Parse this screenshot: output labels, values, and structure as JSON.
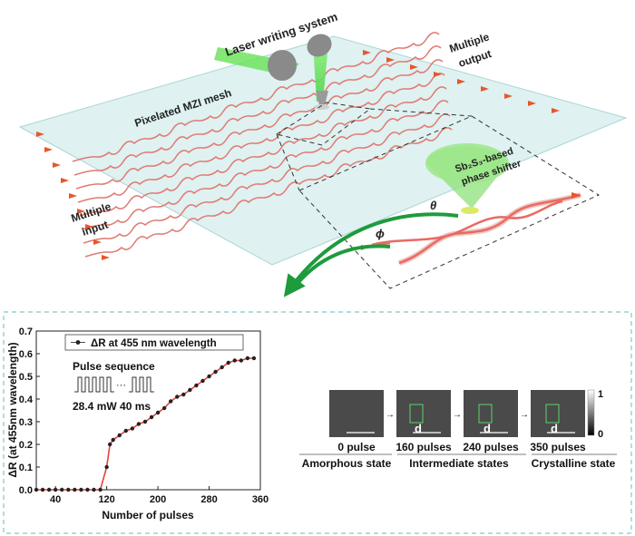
{
  "top": {
    "laser_label": "Laser writing system",
    "mesh_label": "Pixelated MZI mesh",
    "output_label_1": "Multiple",
    "output_label_2": "output",
    "input_label_1": "Multiple",
    "input_label_2": "input",
    "shifter_label_1": "Sb₂S₃-based",
    "shifter_label_2": "phase shifter",
    "theta": "θ",
    "phi": "ϕ"
  },
  "plot": {
    "legend": "ΔR at 455 nm wavelength",
    "pulse_title": "Pulse sequence",
    "pulse_params": "28.4 mW 40 ms"
  },
  "chart_data": {
    "type": "scatter",
    "title": "",
    "xlabel": "Number of pulses",
    "ylabel": "ΔR (at 455nm wavelength)",
    "xlim": [
      10,
      360
    ],
    "ylim": [
      0,
      0.7
    ],
    "xticks": [
      40,
      120,
      200,
      280,
      360
    ],
    "yticks": [
      0.0,
      0.1,
      0.2,
      0.3,
      0.4,
      0.5,
      0.6,
      0.7
    ],
    "series": [
      {
        "name": "ΔR at 455 nm wavelength",
        "x": [
          10,
          20,
          30,
          40,
          50,
          60,
          70,
          80,
          90,
          100,
          110,
          120,
          125,
          130,
          140,
          150,
          160,
          170,
          180,
          190,
          200,
          210,
          220,
          230,
          240,
          250,
          260,
          270,
          280,
          290,
          300,
          310,
          320,
          330,
          340,
          350
        ],
        "y": [
          0,
          0,
          0,
          0,
          0,
          0,
          0,
          0,
          0,
          0,
          0,
          0.1,
          0.2,
          0.22,
          0.24,
          0.26,
          0.27,
          0.29,
          0.3,
          0.32,
          0.34,
          0.36,
          0.39,
          0.41,
          0.42,
          0.44,
          0.46,
          0.48,
          0.5,
          0.52,
          0.54,
          0.56,
          0.57,
          0.57,
          0.58,
          0.58
        ]
      }
    ],
    "fit_color": "#e8413a",
    "marker_color": "#222222"
  },
  "micro": {
    "labels": [
      "0 pulse",
      "160 pulses",
      "240 pulses",
      "350 pulses"
    ],
    "states": [
      "Amorphous state",
      "Intermediate states",
      "Crystalline state"
    ],
    "colorbar_max": "1",
    "colorbar_min": "0"
  }
}
